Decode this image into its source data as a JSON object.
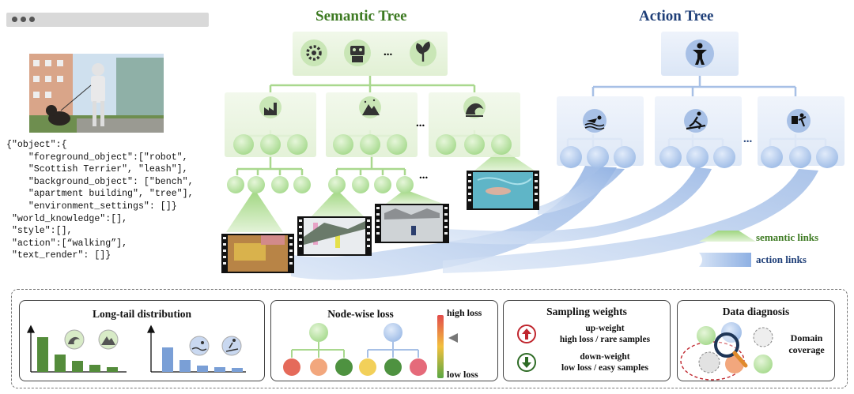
{
  "semantic_tree": {
    "title": "Semantic Tree",
    "ellipsis": "..."
  },
  "action_tree": {
    "title": "Action Tree",
    "ellipsis": "..."
  },
  "code_lines": [
    "{\"object\":{",
    "    \"foreground_object\":[\"robot\",",
    "    \"Scottish Terrier\", \"leash\"],",
    "    \"background_object\": [\"bench\",",
    "    \"apartment building\", \"tree\"],",
    "    \"environment_settings\": []}",
    " \"world_knowledge\":[],",
    " \"style\":[],",
    " \"action\":[“walking”],",
    " \"text_render\": []}"
  ],
  "legend": {
    "semantic": "semantic links",
    "action": "action links"
  },
  "panels": {
    "long_tail": {
      "title": "Long-tail distribution"
    },
    "node_loss": {
      "title": "Node-wise loss",
      "high": "high loss",
      "low": "low loss"
    },
    "sampling": {
      "title": "Sampling weights",
      "up_title": "up-weight",
      "up_sub": "high loss / rare samples",
      "down_title": "down-weight",
      "down_sub": "low loss / easy samples"
    },
    "diagnosis": {
      "title": "Data diagnosis",
      "line1": "Domain",
      "line2": "coverage"
    }
  },
  "icons": [
    "gear-icon",
    "robot-icon",
    "plant-icon",
    "factory-icon",
    "mountain-icon",
    "wave-icon",
    "person-icon",
    "swimmer-icon",
    "skier-icon",
    "worker-icon"
  ],
  "colors": {
    "semantic_green": "#3d7a22",
    "action_blue": "#1f3f78",
    "green_node": "#b9e3a2",
    "blue_node": "#a9c3ea"
  }
}
